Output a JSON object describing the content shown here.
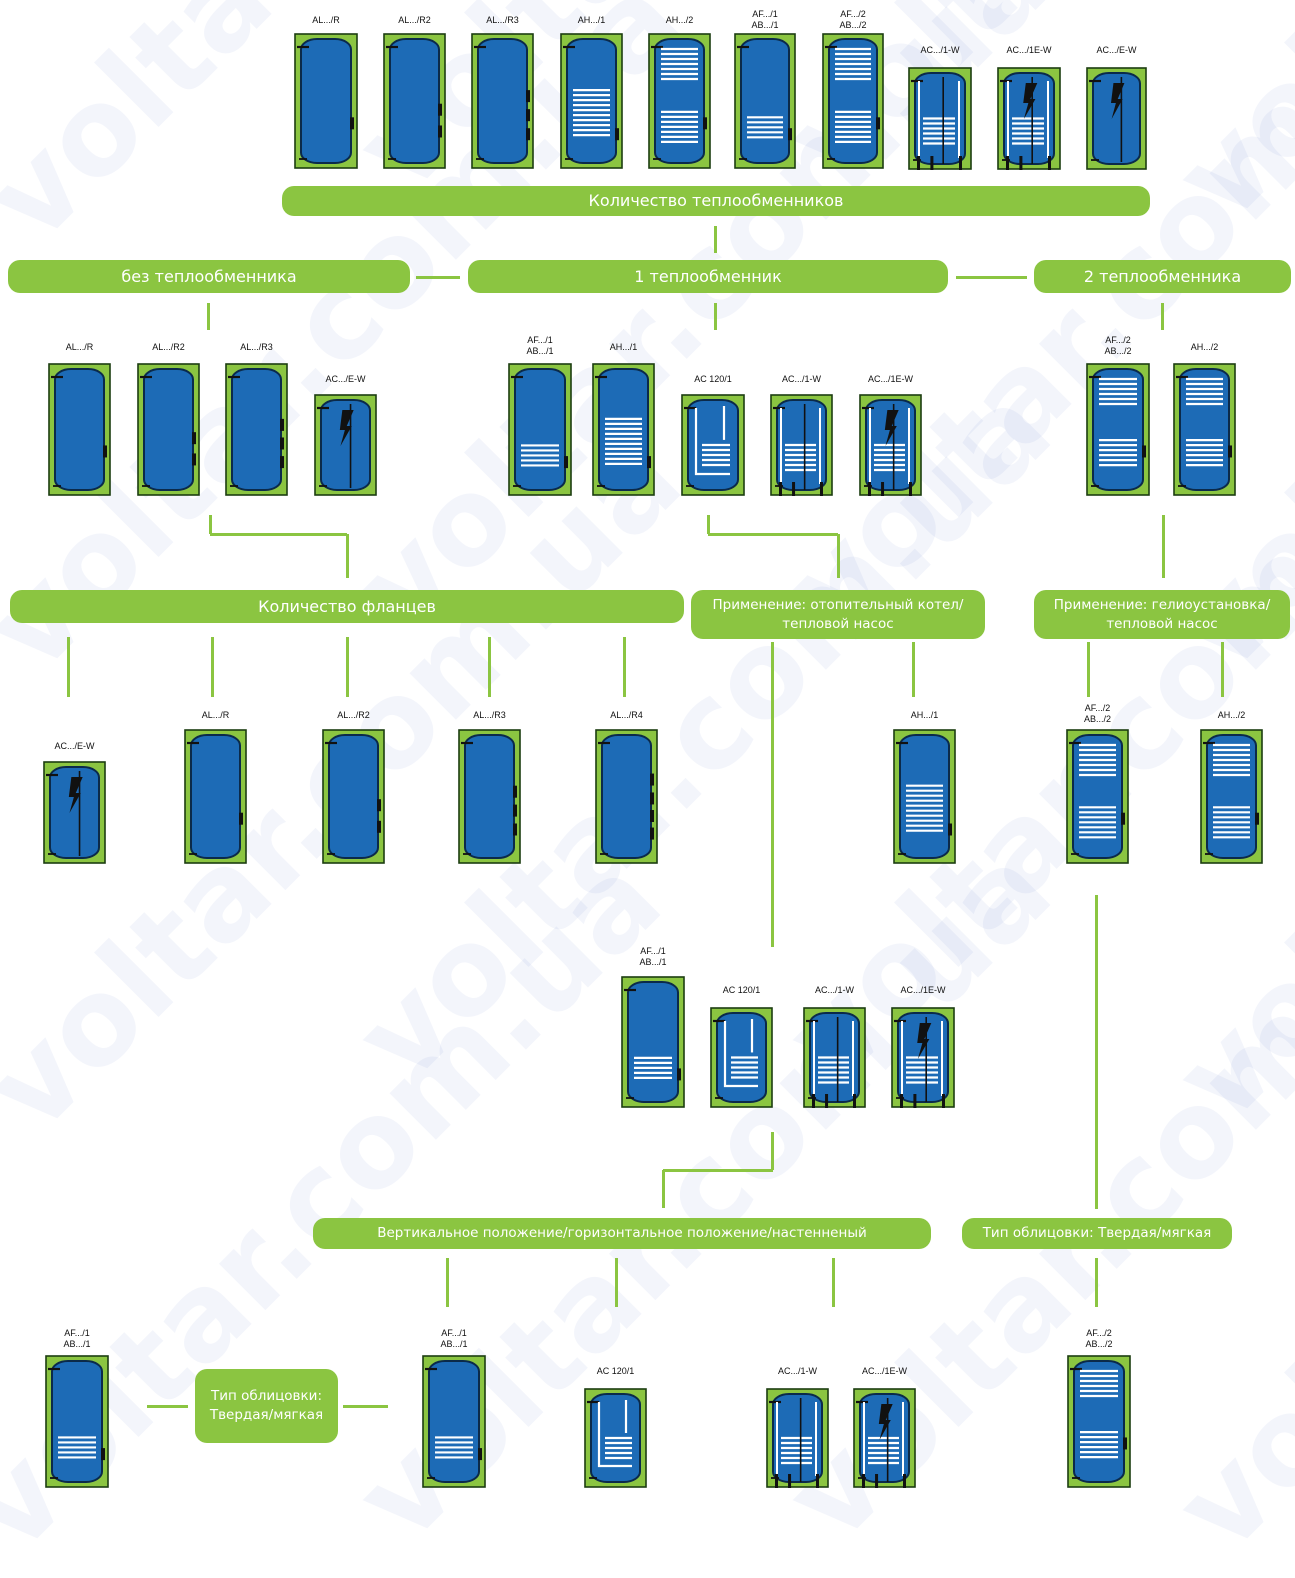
{
  "colors": {
    "accent": "#8bc541",
    "tank": "#1d6bb6",
    "tank_outline": "#0b2a4a",
    "coil": "#ffffff"
  },
  "watermark": "voltar.com.ua",
  "nodes": {
    "hx_count": "Количество теплообменников",
    "no_hx": "без теплообменника",
    "one_hx": "1 теплообменник",
    "two_hx": "2 теплообменника",
    "flanges": "Количество фланцев",
    "app_boiler": "Применение: отопительный котел/\nтепловой насос",
    "app_solar": "Применение: гелиоустановка/\nтепловой насос",
    "position": "Вертикальное положение/горизонтальное положение/настенненый",
    "cladding_right": "Тип облицовки: Твердая/мягкая",
    "cladding_left": "Тип облицовки:\nТвердая/мягкая"
  },
  "labels": {
    "AL_R": "AL.../R",
    "AL_R2": "AL.../R2",
    "AL_R3": "AL.../R3",
    "AL_R4": "AL.../R4",
    "AH_1": "AH.../1",
    "AH_2": "AH.../2",
    "AF_AB_1": "AF.../1\nAB.../1",
    "AF_AB_2": "AF.../2\nAB.../2",
    "AC_1W": "AC.../1-W",
    "AC_1EW": "AC.../1E-W",
    "AC_EW": "AC.../E-W",
    "AC120": "AC 120/1"
  }
}
